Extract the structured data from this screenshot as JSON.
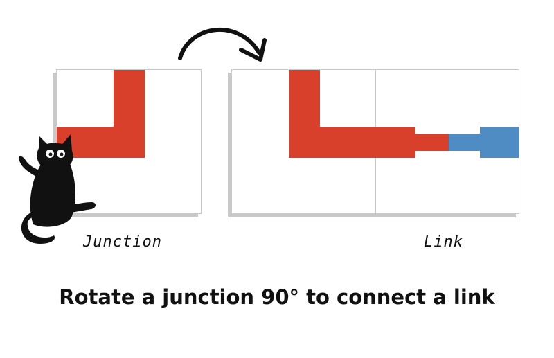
{
  "labels": {
    "junction": "Junction",
    "link": "Link"
  },
  "caption": "Rotate a junction 90° to connect a link",
  "colors": {
    "junction_piece": "#d8402b",
    "link_piece": "#4f8cc4",
    "tile_border": "#c9c9c9",
    "text": "#111111"
  },
  "icons": [
    "rotate-arrow-icon",
    "black-cat-icon"
  ]
}
